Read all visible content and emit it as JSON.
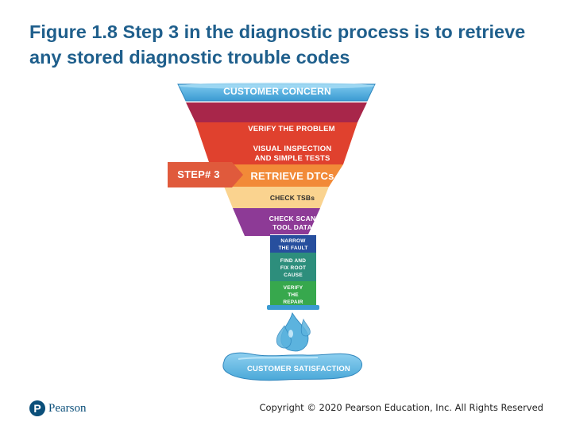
{
  "title": "Figure 1.8 Step 3 in the diagnostic process is to retrieve any stored diagnostic trouble codes",
  "funnel": {
    "top_label": "CUSTOMER CONCERN",
    "step_marker": "STEP# 3",
    "layers": [
      {
        "line1": "VERIFY THE PROBLEM",
        "line2": "",
        "line3": "",
        "color": "#a8264a"
      },
      {
        "line1": "VISUAL INSPECTION",
        "line2": "AND SIMPLE TESTS",
        "line3": "",
        "color": "#e0412e"
      },
      {
        "line1": "RETRIEVE DTCs",
        "line2": "",
        "line3": "",
        "color": "#f28a38"
      },
      {
        "line1": "CHECK TSBs",
        "line2": "",
        "line3": "",
        "color": "#fad38f"
      },
      {
        "line1": "CHECK SCAN",
        "line2": "TOOL DATA",
        "line3": "",
        "color": "#8d3a96"
      },
      {
        "line1": "NARROW",
        "line2": "THE FAULT",
        "line3": "",
        "color": "#274f9e"
      },
      {
        "line1": "FIND AND",
        "line2": "FIX ROOT",
        "line3": "CAUSE",
        "color": "#2d8e7c"
      },
      {
        "line1": "VERIFY",
        "line2": "THE",
        "line3": "REPAIR",
        "color": "#37a84d"
      }
    ],
    "bottom_label": "CUSTOMER SATISFACTION"
  },
  "footer": {
    "logo_mark": "P",
    "logo_text": "Pearson",
    "copyright": "Copyright © 2020 Pearson Education, Inc. All Rights Reserved"
  },
  "colors": {
    "title": "#1f5f8c",
    "water": "#5cb3de",
    "step_marker": "#e05a3c"
  }
}
